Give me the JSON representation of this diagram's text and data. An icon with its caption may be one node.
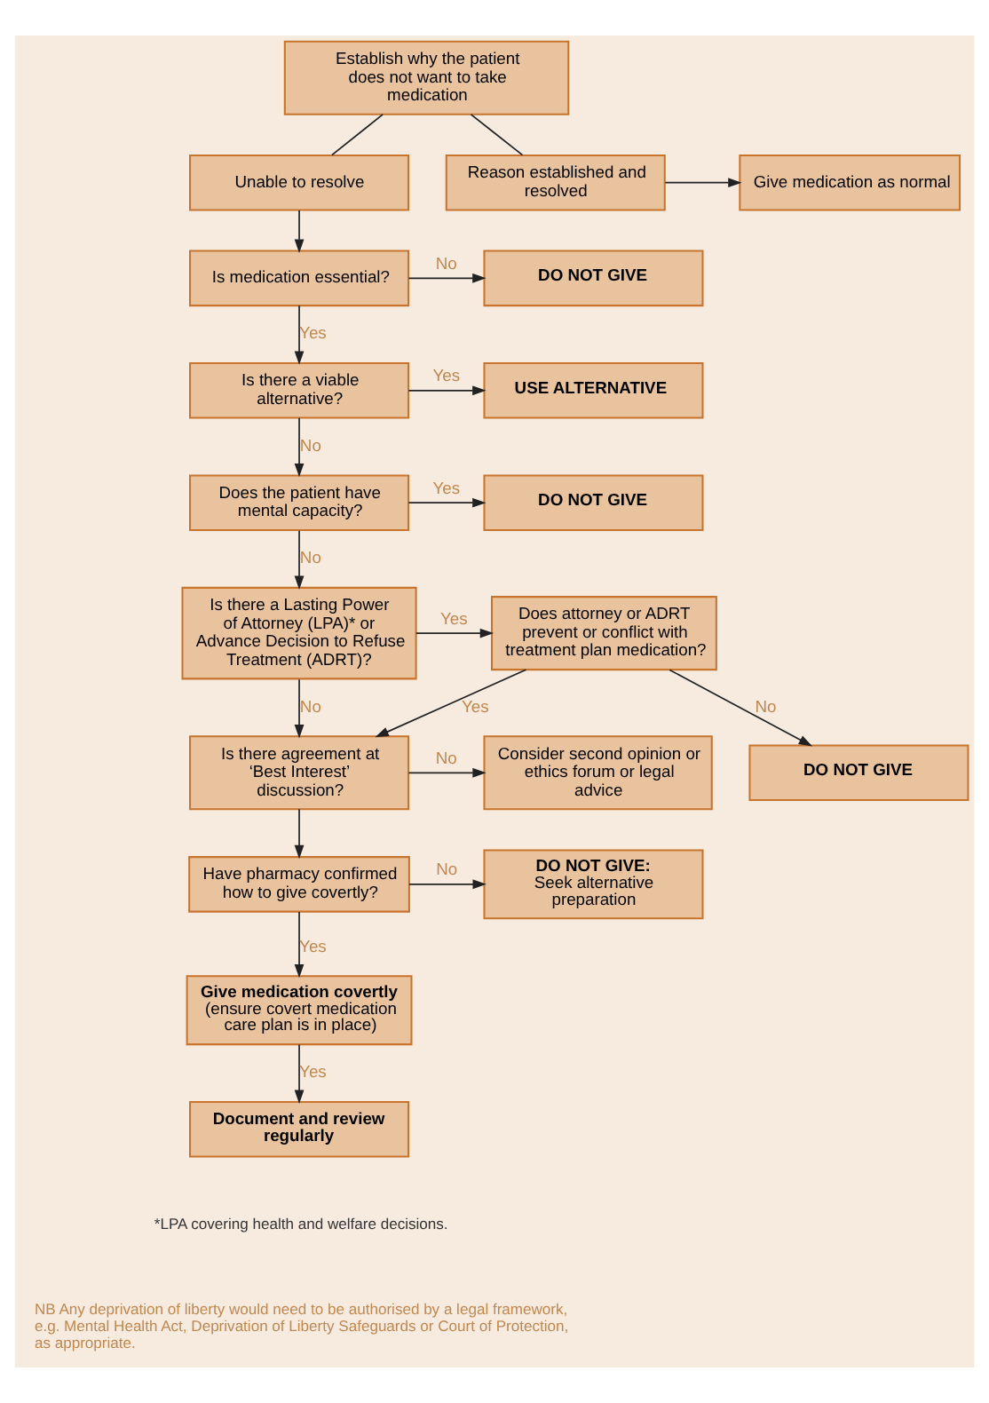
{
  "diagram": {
    "nodes": [
      {
        "text": [
          "Establish why the patient does not want to take medication"
        ]
      },
      {
        "text": [
          "Unable to resolve"
        ]
      },
      {
        "text": [
          "Reason established and resolved"
        ]
      },
      {
        "text": [
          "Give medication as normal"
        ]
      },
      {
        "text": [
          "Is medication essential?"
        ]
      },
      {
        "text": [
          "DO NOT GIVE"
        ]
      },
      {
        "text": [
          "Is there a viable alternative?"
        ]
      },
      {
        "text": [
          "USE ALTERNATIVE"
        ]
      },
      {
        "text": [
          "Does the patient have mental capacity?"
        ]
      },
      {
        "text": [
          "DO NOT GIVE"
        ]
      },
      {
        "text": [
          "Is there a Lasting Power of Attorney (LPA)* or Advance Decision to Refuse Treatment (ADRT)?"
        ]
      },
      {
        "text": [
          "Does attorney or ADRT prevent or conflict with treatment plan medication?"
        ]
      },
      {
        "text": [
          "Is there agreement at ‘Best Interest’ discussion?"
        ]
      },
      {
        "text": [
          "Consider second opinion or ethics forum or legal advice"
        ]
      },
      {
        "text": [
          "DO NOT GIVE"
        ]
      },
      {
        "text": [
          "Have pharmacy confirmed how to give covertly?"
        ]
      },
      {
        "text": [
          "DO NOT GIVE:",
          "Seek alternative preparation"
        ]
      },
      {
        "text": [
          "Give medication covertly",
          "(ensure covert medication care plan is in place)"
        ]
      },
      {
        "text": [
          "Document and review regularly"
        ]
      }
    ],
    "edges": [
      {
        "from": 0,
        "to": 1,
        "arrow": "none"
      },
      {
        "from": 0,
        "to": 2,
        "arrow": "none"
      },
      {
        "from": 2,
        "to": 3,
        "arrow": "to"
      },
      {
        "from": 1,
        "to": 4,
        "arrow": "to"
      },
      {
        "from": 4,
        "to": 5,
        "arrow": "to",
        "label": "No"
      },
      {
        "from": 4,
        "to": 6,
        "arrow": "to",
        "label": "Yes"
      },
      {
        "from": 6,
        "to": 7,
        "arrow": "to",
        "label": "Yes"
      },
      {
        "from": 6,
        "to": 8,
        "arrow": "to",
        "label": "No"
      },
      {
        "from": 8,
        "to": 9,
        "arrow": "to",
        "label": "Yes"
      },
      {
        "from": 8,
        "to": 10,
        "arrow": "to",
        "label": "No"
      },
      {
        "from": 10,
        "to": 11,
        "arrow": "to",
        "label": "Yes"
      },
      {
        "from": 11,
        "to": 12,
        "arrow": "to",
        "label": "Yes"
      },
      {
        "from": 10,
        "to": 12,
        "arrow": "to",
        "label": "No"
      },
      {
        "from": 11,
        "to": 14,
        "arrow": "to",
        "label": "No"
      },
      {
        "from": 12,
        "to": 13,
        "arrow": "to",
        "label": "No"
      },
      {
        "from": 12,
        "to": 15,
        "arrow": "to"
      },
      {
        "from": 15,
        "to": 16,
        "arrow": "to",
        "label": "No"
      },
      {
        "from": 15,
        "to": 17,
        "arrow": "to",
        "label": "Yes"
      },
      {
        "from": 17,
        "to": 18,
        "arrow": "to",
        "label": "Yes"
      }
    ],
    "labels": [
      "*LPA covering health and welfare decisions.",
      "NB Any deprivation of liberty would need to be authorised by a legal framework, e.g. Mental Health Act, Deprivation of Liberty Safeguards or Court of Protection, as appropriate."
    ]
  }
}
